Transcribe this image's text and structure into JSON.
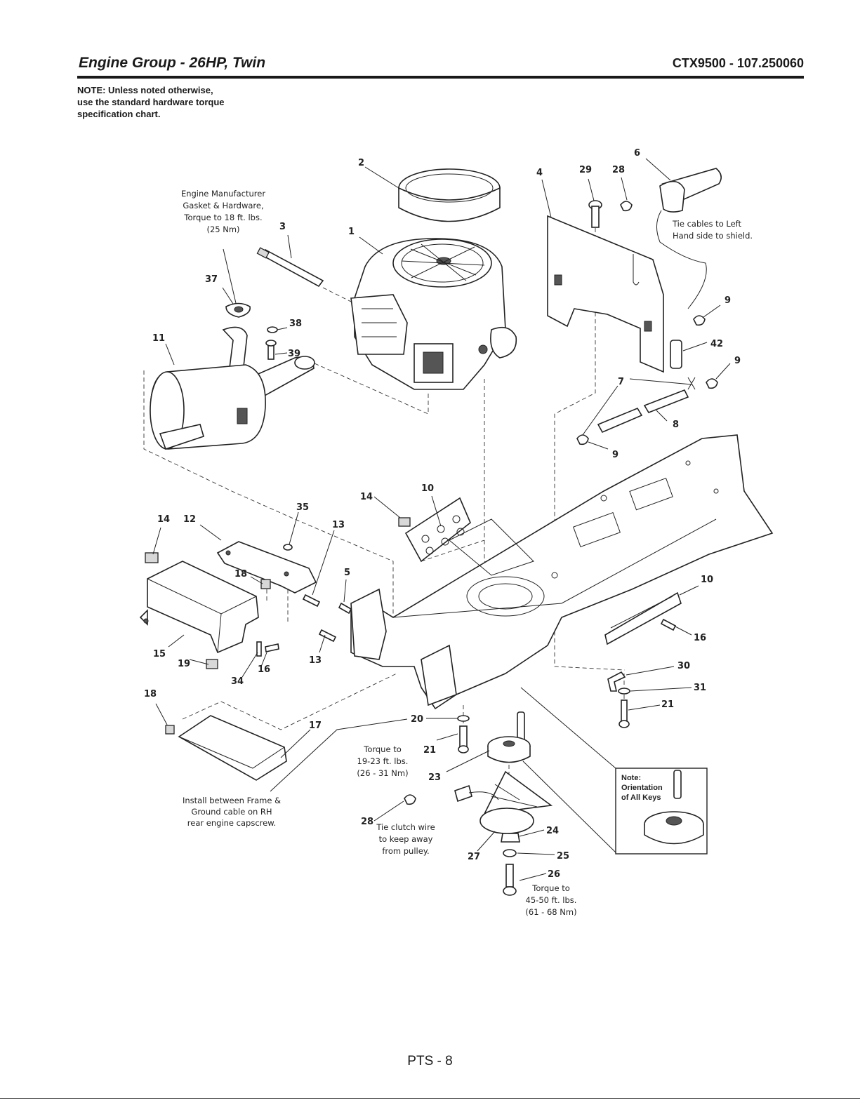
{
  "header": {
    "title": "Engine Group - 26HP, Twin",
    "model": "CTX9500 - 107.250060"
  },
  "note": "NOTE: Unless noted otherwise,\nuse the standard hardware torque\nspecification chart.",
  "annotations": {
    "gasket_l1": "Engine Manufacturer",
    "gasket_l2": "Gasket & Hardware,",
    "gasket_l3": "Torque to 18 ft. lbs.",
    "gasket_l4": "(25 Nm)",
    "tie_l1": "Tie cables to Left",
    "tie_l2": "Hand side to shield.",
    "ground_l1": "Install between Frame &",
    "ground_l2": "Ground cable on RH",
    "ground_l3": "rear engine capscrew.",
    "torque21_l1": "Torque to",
    "torque21_l2": "19-23 ft. lbs.",
    "torque21_l3": "(26 - 31 Nm)",
    "clutch_l1": "Tie clutch wire",
    "clutch_l2": "to keep away",
    "clutch_l3": "from pulley.",
    "torque26_l1": "Torque to",
    "torque26_l2": "45-50 ft. lbs.",
    "torque26_l3": "(61 - 68 Nm)",
    "notebox_l1": "Note:",
    "notebox_l2": "Orientation",
    "notebox_l3": "of All Keys"
  },
  "callouts": [
    {
      "id": "c2",
      "label": "2"
    },
    {
      "id": "c6",
      "label": "6"
    },
    {
      "id": "c4",
      "label": "4"
    },
    {
      "id": "c29",
      "label": "29"
    },
    {
      "id": "c28a",
      "label": "28"
    },
    {
      "id": "c3",
      "label": "3"
    },
    {
      "id": "c1",
      "label": "1"
    },
    {
      "id": "c37",
      "label": "37"
    },
    {
      "id": "c38",
      "label": "38"
    },
    {
      "id": "c11",
      "label": "11"
    },
    {
      "id": "c39",
      "label": "39"
    },
    {
      "id": "c9a",
      "label": "9"
    },
    {
      "id": "c42",
      "label": "42"
    },
    {
      "id": "c9b",
      "label": "9"
    },
    {
      "id": "c7",
      "label": "7"
    },
    {
      "id": "c8",
      "label": "8"
    },
    {
      "id": "c9c",
      "label": "9"
    },
    {
      "id": "c10a",
      "label": "10"
    },
    {
      "id": "c14a",
      "label": "14"
    },
    {
      "id": "c35",
      "label": "35"
    },
    {
      "id": "c14b",
      "label": "14"
    },
    {
      "id": "c12",
      "label": "12"
    },
    {
      "id": "c13a",
      "label": "13"
    },
    {
      "id": "c18a",
      "label": "18"
    },
    {
      "id": "c5",
      "label": "5"
    },
    {
      "id": "c10b",
      "label": "10"
    },
    {
      "id": "c16a",
      "label": "16"
    },
    {
      "id": "c15",
      "label": "15"
    },
    {
      "id": "c13b",
      "label": "13"
    },
    {
      "id": "c16b",
      "label": "16"
    },
    {
      "id": "c19",
      "label": "19"
    },
    {
      "id": "c34",
      "label": "34"
    },
    {
      "id": "c30",
      "label": "30"
    },
    {
      "id": "c18b",
      "label": "18"
    },
    {
      "id": "c31",
      "label": "31"
    },
    {
      "id": "c21a",
      "label": "21"
    },
    {
      "id": "c17",
      "label": "17"
    },
    {
      "id": "c20",
      "label": "20"
    },
    {
      "id": "c21b",
      "label": "21"
    },
    {
      "id": "c23",
      "label": "23"
    },
    {
      "id": "c28b",
      "label": "28"
    },
    {
      "id": "c24",
      "label": "24"
    },
    {
      "id": "c27",
      "label": "27"
    },
    {
      "id": "c25",
      "label": "25"
    },
    {
      "id": "c26",
      "label": "26"
    }
  ],
  "footer": "PTS - 8"
}
